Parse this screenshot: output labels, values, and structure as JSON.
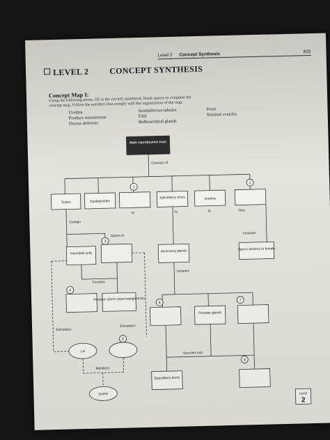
{
  "header": {
    "level": "Level 2",
    "section": "Concept Synthesis",
    "page": "833"
  },
  "title": {
    "level": "LEVEL 2",
    "name": "CONCEPT SYNTHESIS"
  },
  "subheading": "Concept Map I:",
  "instructions_line1": "Using the following terms, fill in the circled, numbered, blank spaces to complete the",
  "instructions_line2": "concept map. Follow the numbers that comply with the organization of the map.",
  "terms": [
    [
      "Urethra",
      "Produce testosterone",
      "Ductus deferens"
    ],
    [
      "Seminiferous tubules",
      "FSH",
      "Bulbourethral glands"
    ],
    [
      "Penis",
      "Seminal vesicles"
    ]
  ],
  "map": {
    "root": "Male reproductive tract",
    "consists_of": "Consists of",
    "testes": "Testes",
    "epididymides": "Epididymides",
    "ejaculatory_ducts": "Ejaculatory ducts",
    "urethra": "Urethra",
    "to_a": "To",
    "to_b": "To",
    "to_c": "To",
    "thru": "Thru",
    "contain": "Contain",
    "sperm_to": "Sperm to",
    "function": "Function",
    "interstitial_cells": "Interstitial cells",
    "accessory_glands": "Accessory glands",
    "sperm_delivery": "Sperm delivery to female",
    "function2": "Function",
    "includes": "Includes",
    "produce_sperm": "Produce sperm (spermatogenesis)",
    "prostate": "Prostate glands",
    "stimulates_a": "Stimulates",
    "stimulates_b": "Stimulates",
    "lh": "LH",
    "mobilizes": "Mobilizes",
    "gnrh": "GnRH",
    "secretes_into": "Secretes into",
    "ejaculatory_ducts2": "Ejaculatory ducts",
    "numbers": [
      "1",
      "2",
      "3",
      "4",
      "5",
      "6",
      "7",
      "8"
    ]
  },
  "badge": {
    "top": "Level",
    "num": "2"
  }
}
